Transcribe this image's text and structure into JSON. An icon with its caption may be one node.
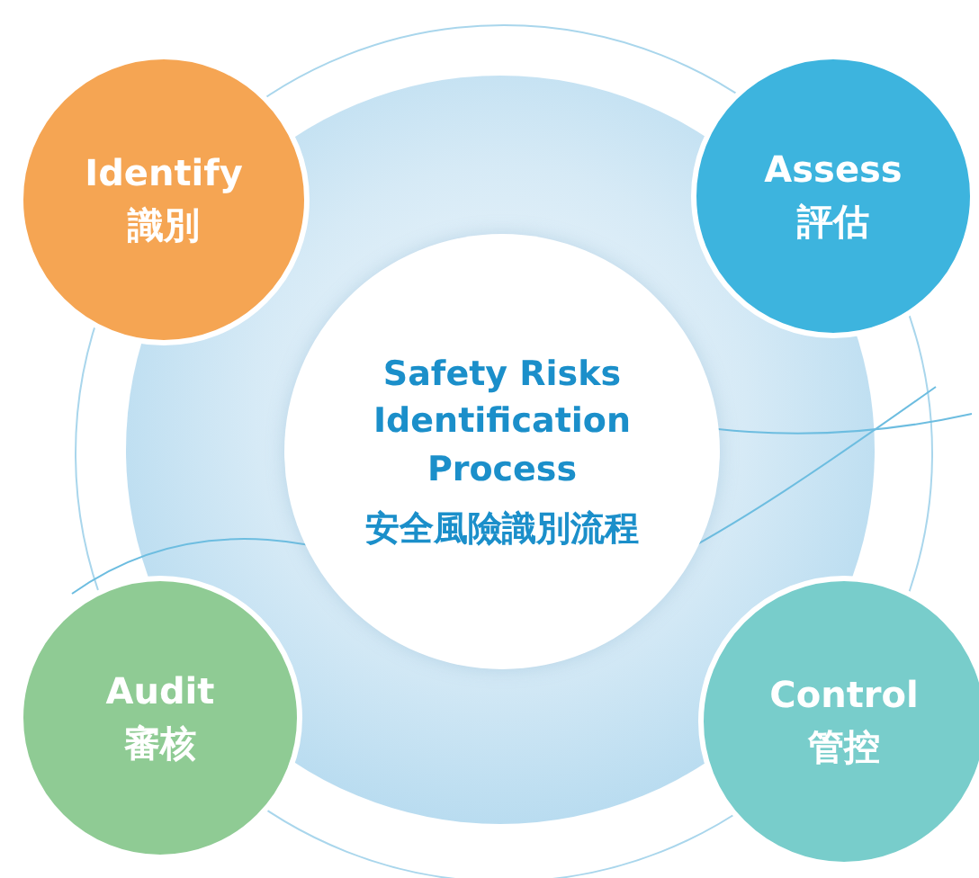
{
  "diagram": {
    "nodes": [
      {
        "text": [
          "Safety Risks Identification Process",
          "安全風險識別流程"
        ]
      },
      {
        "text": [
          "Identify",
          "識別"
        ]
      },
      {
        "text": [
          "Assess",
          "評估"
        ]
      },
      {
        "text": [
          "Audit",
          "審核"
        ]
      },
      {
        "text": [
          "Control",
          "管控"
        ]
      }
    ]
  }
}
